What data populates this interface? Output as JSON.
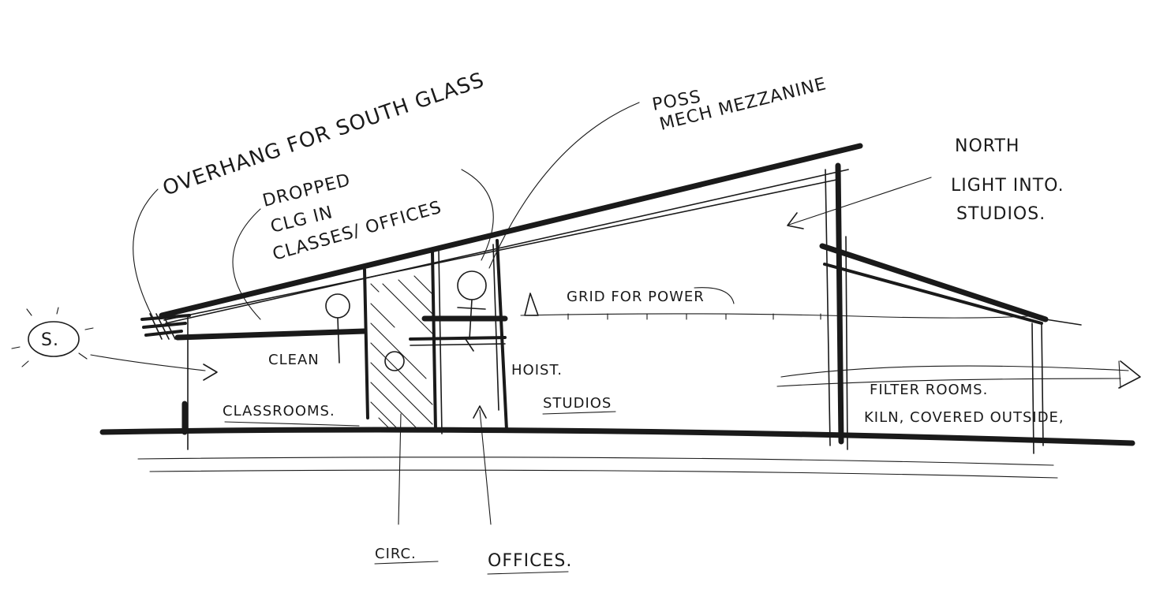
{
  "labels": {
    "overhang": "OVERHANG FOR SOUTH GLASS",
    "dropped_1": "DROPPED",
    "dropped_2": "CLG IN",
    "dropped_3": "CLASSES/ OFFICES",
    "mezz_1": "POSS",
    "mezz_2": "MECH MEZZANINE",
    "north_1": "NORTH",
    "north_2": "LIGHT INTO.",
    "north_3": "STUDIOS.",
    "grid": "GRID FOR POWER",
    "clean": "CLEAN",
    "hoist": "HOIST.",
    "classrooms": "CLASSROOMS.",
    "studios": "STUDIOS",
    "filter": "FILTER ROOMS.",
    "kiln": "KILN, COVERED OUTSIDE,",
    "circ": "CIRC.",
    "offices": "OFFICES.",
    "sun": "S."
  }
}
